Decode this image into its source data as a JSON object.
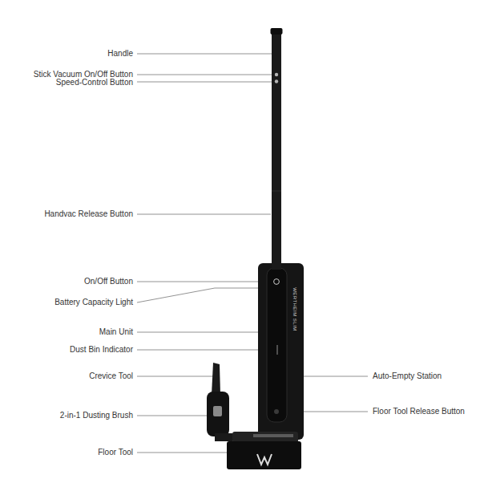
{
  "diagram": {
    "labels": [
      "Handle",
      "Stick Vacuum On/Off Button",
      "Speed-Control Button",
      "Handvac Release Button",
      "On/Off Button",
      "Battery Capacity Light",
      "Main Unit",
      "Dust Bin Indicator",
      "Crevice Tool",
      "2-in-1 Dusting Brush",
      "Floor Tool",
      "Auto-Empty Station",
      "Floor Tool Release Button",
      "WERTHEIM SLIM"
    ]
  }
}
